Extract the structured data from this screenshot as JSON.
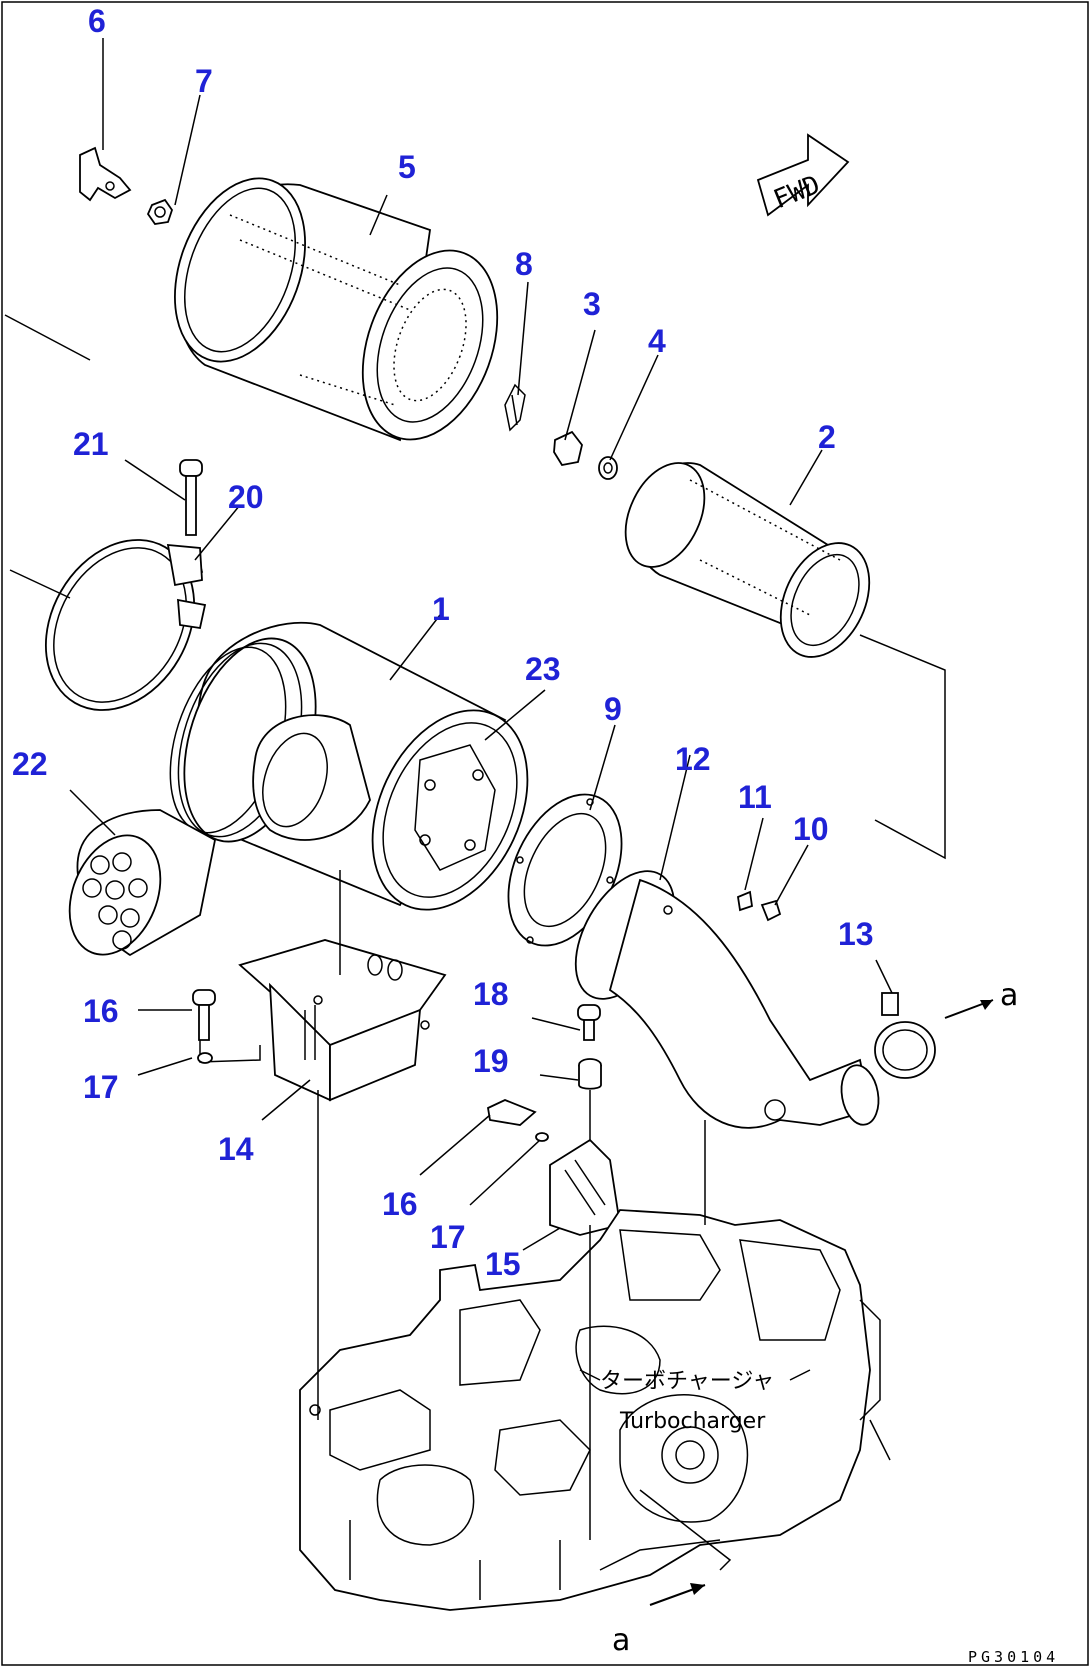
{
  "diagram": {
    "callouts": [
      "6",
      "7",
      "5",
      "8",
      "3",
      "4",
      "2",
      "21",
      "20",
      "1",
      "23",
      "9",
      "12",
      "11",
      "10",
      "22",
      "13",
      "18",
      "16",
      "19",
      "17",
      "14",
      "16",
      "17",
      "15"
    ],
    "annotations": {
      "fwd": "FWD",
      "arrow_a_upper": "a",
      "arrow_a_lower": "a",
      "turbo_jp": "ターボチャージャ",
      "turbo_en": "Turbocharger"
    },
    "drawing_code": "PG30104"
  },
  "colors": {
    "callout": "#1f22d6",
    "line": "#000000",
    "background": "#ffffff"
  }
}
